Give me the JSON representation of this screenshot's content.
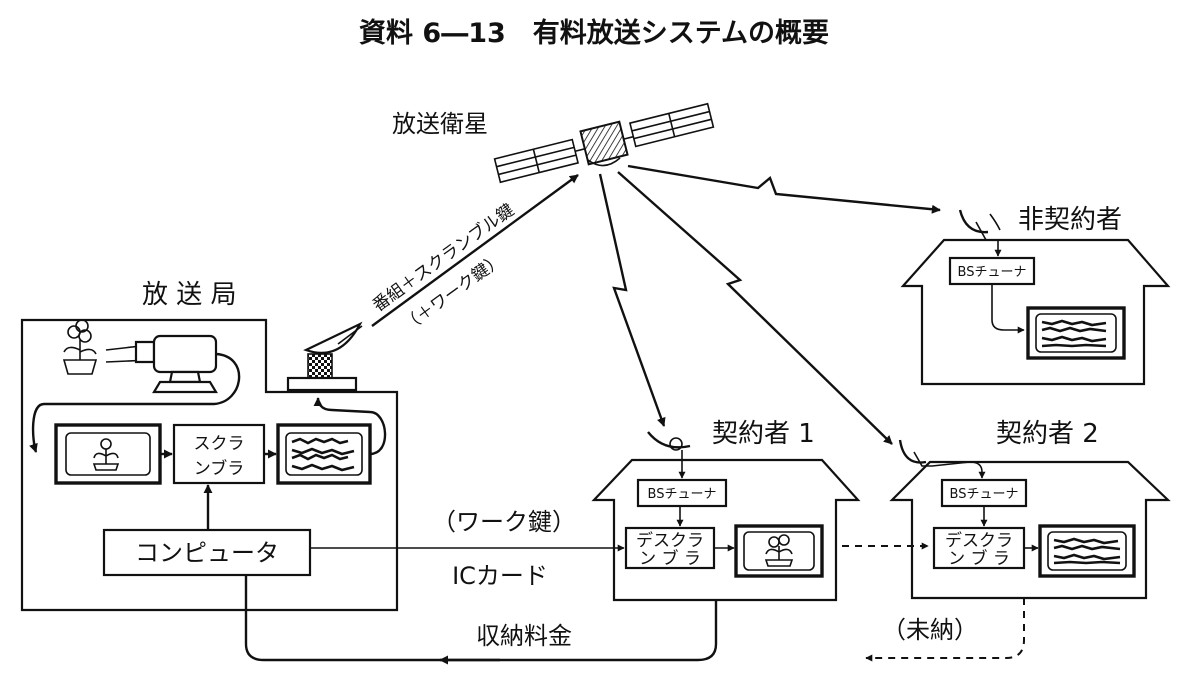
{
  "title": "資料 6―13　有料放送システムの概要",
  "satellite_label": "放送衛星",
  "station": {
    "label": "放 送 局",
    "scrambler_line1": "スクラ",
    "scrambler_line2": "ンブラ",
    "computer": "コンピュータ"
  },
  "uplink_label": "番組＋スクランブル鍵",
  "uplink_sublabel": "（＋ワーク鍵）",
  "non_subscriber": {
    "label": "非契約者",
    "tuner": "BSチューナ"
  },
  "subscriber1": {
    "label": "契約者 1",
    "tuner": "BSチューナ",
    "descrambler_line1": "デスクラ",
    "descrambler_line2": "ン ブ ラ"
  },
  "subscriber2": {
    "label": "契約者 2",
    "tuner": "BSチューナ",
    "descrambler_line1": "デスクラ",
    "descrambler_line2": "ン ブ ラ"
  },
  "work_key_label": "（ワーク鍵）",
  "ic_card_label": "ICカード",
  "fee_label": "収納料金",
  "unpaid_label": "（未納）"
}
